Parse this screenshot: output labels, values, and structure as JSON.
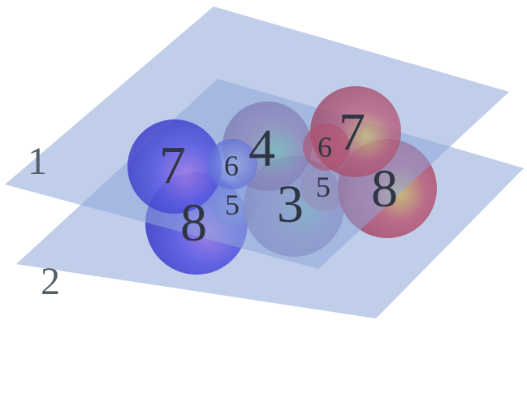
{
  "planes": [
    {
      "id": "plane-1",
      "label": "1",
      "color": "#8ea5d8"
    },
    {
      "id": "plane-2",
      "label": "2",
      "color": "#8ea5d8"
    }
  ],
  "spheres": [
    {
      "label": "7",
      "color": "#4a4fe0"
    },
    {
      "label": "8",
      "color": "#4442dc"
    },
    {
      "label": "6",
      "color": "#4e58e4"
    },
    {
      "label": "5",
      "color": "#6f86d8"
    },
    {
      "label": "4",
      "color": "#8a7fb0"
    },
    {
      "label": "3",
      "color": "#8d86b4"
    },
    {
      "label": "6",
      "color": "#b0506e"
    },
    {
      "label": "7",
      "color": "#b2506a"
    },
    {
      "label": "5",
      "color": "#9f6f8e"
    },
    {
      "label": "8",
      "color": "#b85068"
    }
  ]
}
